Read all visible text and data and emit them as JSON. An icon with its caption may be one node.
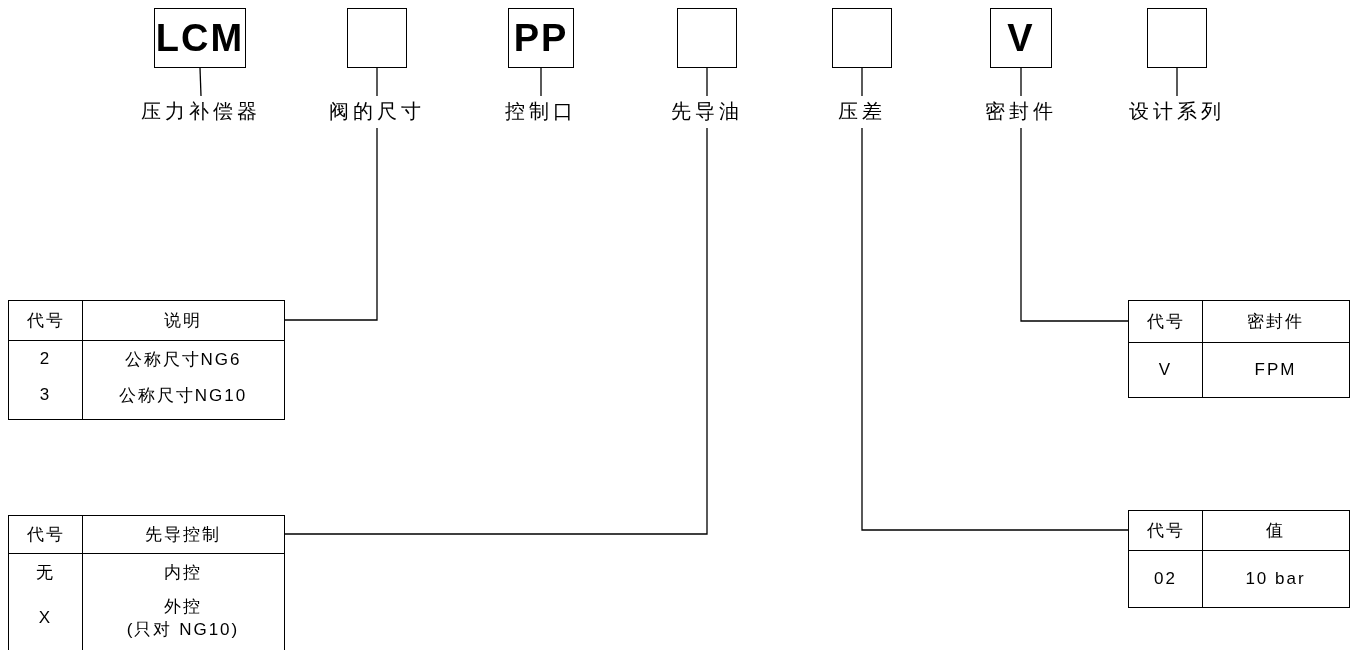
{
  "diagram": {
    "nodes": [
      {
        "text": [
          "LCM"
        ]
      },
      {
        "text": [],
        "shape": "box"
      },
      {
        "text": [
          "PP"
        ]
      },
      {
        "text": [],
        "shape": "box"
      },
      {
        "text": [],
        "shape": "box"
      },
      {
        "text": [
          "V"
        ]
      },
      {
        "text": [],
        "shape": "box"
      },
      {
        "text": [
          "压力补偿器"
        ]
      },
      {
        "text": [
          "阀的尺寸"
        ]
      },
      {
        "text": [
          "控制口"
        ]
      },
      {
        "text": [
          "先导油"
        ]
      },
      {
        "text": [
          "压差"
        ]
      },
      {
        "text": [
          "密封件"
        ]
      },
      {
        "text": [
          "设计系列"
        ]
      },
      {
        "text": [
          "代号",
          "说明",
          "2",
          "公称尺寸NG6",
          "3",
          "公称尺寸NG10"
        ]
      },
      {
        "text": [
          "代号",
          "密封件",
          "V",
          "FPM"
        ]
      },
      {
        "text": [
          "代号",
          "先导控制",
          "无",
          "内控",
          "X",
          "外控 (只对 NG10)"
        ]
      },
      {
        "text": [
          "代号",
          "值",
          "02",
          "10 bar"
        ]
      }
    ],
    "edges": [
      {
        "from": 0,
        "to": 7,
        "arrow": "none"
      },
      {
        "from": 1,
        "to": 8,
        "arrow": "none"
      },
      {
        "from": 2,
        "to": 9,
        "arrow": "none"
      },
      {
        "from": 3,
        "to": 10,
        "arrow": "none"
      },
      {
        "from": 4,
        "to": 11,
        "arrow": "none"
      },
      {
        "from": 5,
        "to": 12,
        "arrow": "none"
      },
      {
        "from": 6,
        "to": 13,
        "arrow": "none"
      },
      {
        "from": 8,
        "to": 14,
        "arrow": "none"
      },
      {
        "from": 12,
        "to": 15,
        "arrow": "none"
      },
      {
        "from": 10,
        "to": 16,
        "arrow": "none"
      },
      {
        "from": 11,
        "to": 17,
        "arrow": "none"
      }
    ]
  }
}
